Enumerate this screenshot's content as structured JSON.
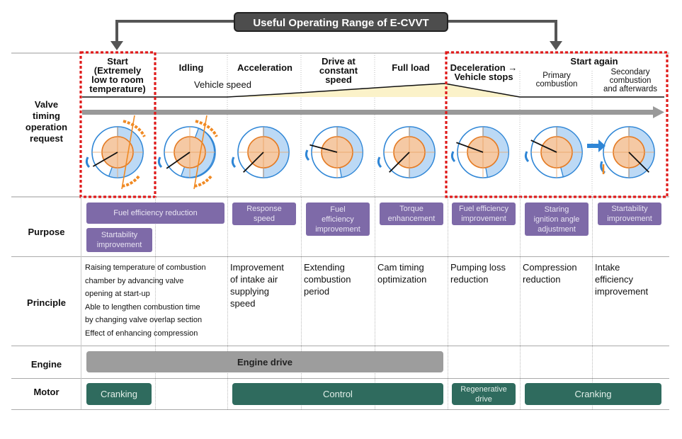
{
  "title": "Useful Operating Range of E-CVVT",
  "row_labels": {
    "valve": "Valve\ntiming\noperation\nrequest",
    "purpose": "Purpose",
    "principle": "Principle",
    "engine": "Engine",
    "motor": "Motor"
  },
  "columns": [
    {
      "header": "Start\n(Extremely\nlow to room\ntemperature)"
    },
    {
      "header": "Idling"
    },
    {
      "header": "Acceleration"
    },
    {
      "header": "Drive at\nconstant\nspeed"
    },
    {
      "header": "Full load"
    },
    {
      "header": "Deceleration →\nVehicle stops"
    },
    {
      "header": "Start again",
      "sub1": "Primary\ncombustion",
      "sub2": "Secondary\ncombustion\nand afterwards"
    }
  ],
  "vehicle_speed_label": "Vehicle speed",
  "purpose": {
    "p1": "Fuel efficiency reduction",
    "p2": "Startability\nimprovement",
    "p3": "Response\nspeed",
    "p4": "Fuel\nefficiency\nimprovement",
    "p5": "Torque\nenhancement",
    "p6": "Fuel efficiency\nimprovement",
    "p7": "Staring\nignition angle\nadjustment",
    "p8": "Startability\nimprovement"
  },
  "principle": {
    "c1": [
      "Raising temperature of combustion",
      "chamber by advancing valve",
      "opening at start-up",
      "Able to lengthen combustion time",
      "by changing valve overlap section",
      "Effect of enhancing compression"
    ],
    "c3": "Improvement\nof intake air\nsupplying\nspeed",
    "c4": "Extending\ncombustion\nperiod",
    "c5": "Cam timing\noptimization",
    "c6": "Pumping loss\nreduction",
    "c7": "Compression\nreduction",
    "c8": "Intake\nefficiency\nimprovement"
  },
  "engine": {
    "bar": "Engine drive"
  },
  "motor": {
    "m1": "Cranking",
    "m2": "Control",
    "m3": "Regenerative\ndrive",
    "m4": "Cranking"
  },
  "colors": {
    "purple": "#7e6aa8",
    "green": "#2f6b5e",
    "grey": "#9d9d9d",
    "dial_blue": "#bcd9f5",
    "dial_orange": "#f5c9a4",
    "red_dash": "#e01b1b"
  }
}
